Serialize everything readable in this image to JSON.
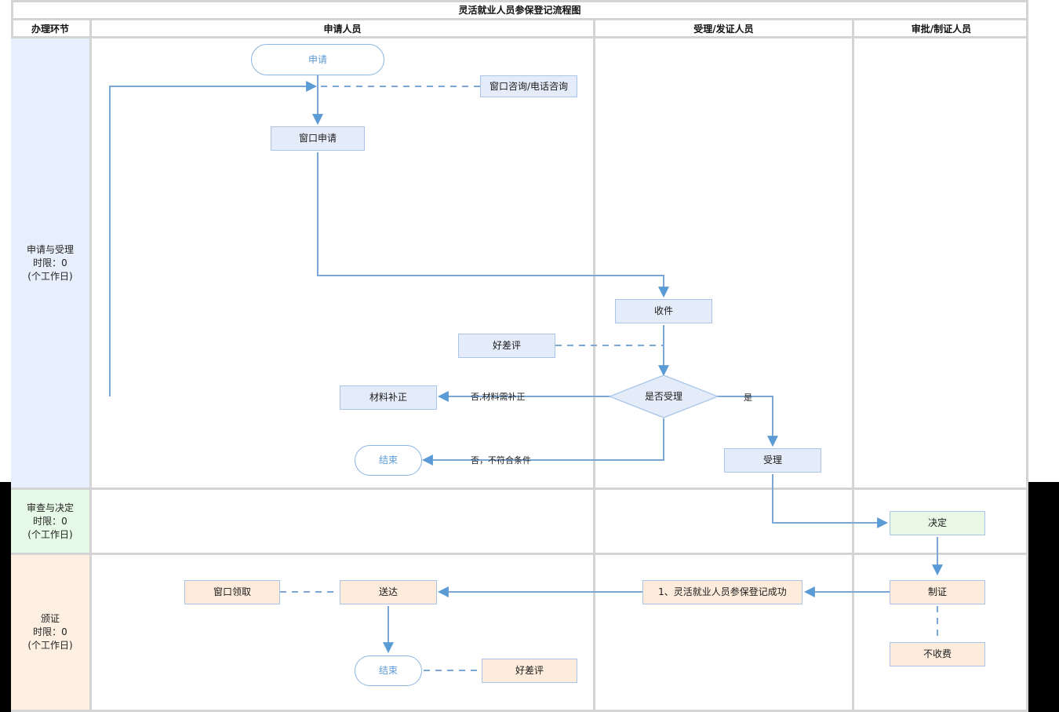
{
  "header": {
    "title": "灵活就业人员参保登记流程图",
    "columns": [
      "办理环节",
      "申请人员",
      "受理/发证人员",
      "审批/制证人员"
    ]
  },
  "phases": [
    {
      "name": "申请与受理",
      "limit": "时限：0",
      "unit": "(个工作日)",
      "color": "#e8effc"
    },
    {
      "name": "审查与决定",
      "limit": "时限：0",
      "unit": "(个工作日)",
      "color": "#e6f8e6"
    },
    {
      "name": "颁证",
      "limit": "时限：0",
      "unit": "(个工作日)",
      "color": "#fdf0e3"
    }
  ],
  "nodes": {
    "apply": "申请",
    "consult": "窗口咨询/电话咨询",
    "window_apply": "窗口申请",
    "receive": "收件",
    "rating_top": "好差评",
    "is_accept": "是否受理",
    "material_fix": "材料补正",
    "end_top": "结束",
    "accept": "受理",
    "decide": "决定",
    "make_cert": "制证",
    "result_note": "1、灵活就业人员参保登记成功",
    "deliver": "送达",
    "window_pickup": "窗口领取",
    "end_bottom": "结束",
    "rating_bottom": "好差评",
    "no_fee": "不收费"
  },
  "edge_labels": {
    "no_need_fix": "否,材料需补正",
    "yes": "是",
    "no_not_qualified": "否，不符合条件"
  },
  "colors": {
    "line": "#7ba7d7",
    "node_blue_fill": "#e4ecfa",
    "node_green_fill": "#e8f8e4",
    "node_peach_fill": "#fdecdc",
    "node_border": "#a9c4e8",
    "terminator_text": "#5b9bd5",
    "grid": "#d4d4d4"
  }
}
